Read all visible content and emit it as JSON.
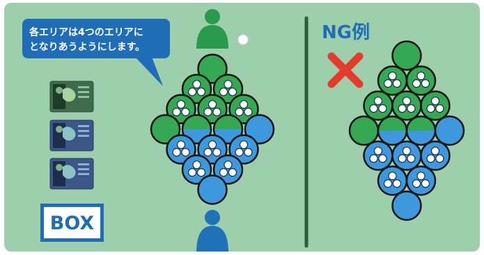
{
  "callout": {
    "line1": "各エリアは4つのエリアに",
    "line2": "となりあうようにします。"
  },
  "ng_example": {
    "title": "NG例"
  },
  "box_label": "BOX",
  "colors": {
    "background": "#9dcfac",
    "green_tile": "#34a853",
    "blue_tile": "#3d98dd",
    "outline": "#141414",
    "callout_bg": "#1f6db6",
    "divider": "#2f5e3c",
    "cross": "#e63b2b",
    "player_green": "#2a9a4c",
    "player_blue": "#1f72b8"
  },
  "icons": {
    "top_player": "pawn-green-icon",
    "bottom_player": "pawn-blue-icon",
    "wrong": "red-cross-icon"
  }
}
